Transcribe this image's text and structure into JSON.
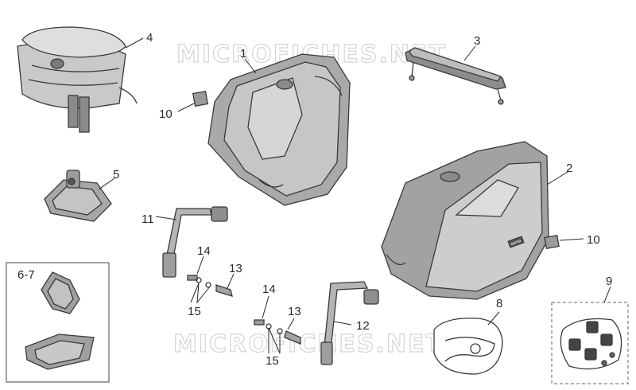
{
  "watermark": "MICROFICHES.NET",
  "callouts": {
    "c1": "1",
    "c2": "2",
    "c3": "3",
    "c4": "4",
    "c5": "5",
    "c67": "6-7",
    "c8": "8",
    "c9": "9",
    "c10a": "10",
    "c10b": "10",
    "c11": "11",
    "c12": "12",
    "c13a": "13",
    "c13b": "13",
    "c14a": "14",
    "c14b": "14",
    "c15a": "15",
    "c15b": "15"
  },
  "badge_text": "aprilia"
}
